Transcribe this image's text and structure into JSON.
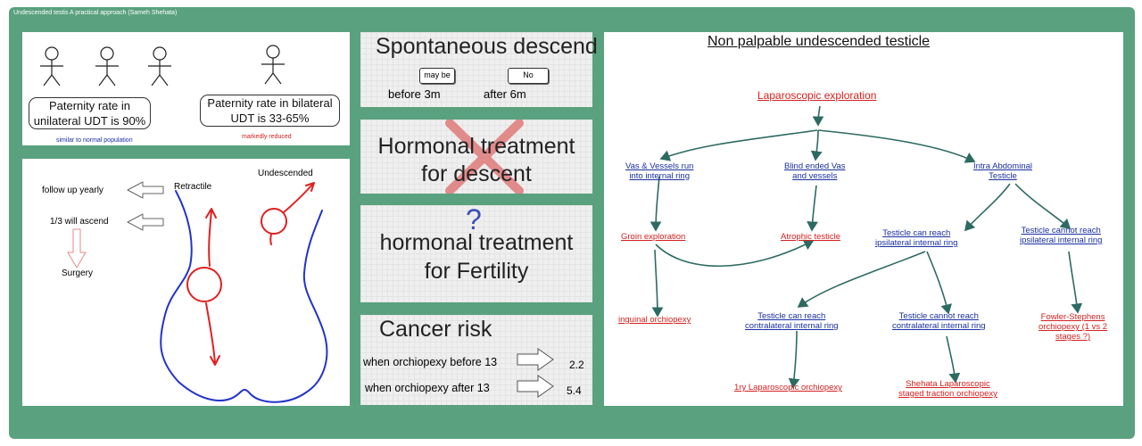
{
  "board": {
    "title": "Undescended testis A practical approach (Sameh Shehata)"
  },
  "paternity": {
    "unilateral_line1": "Paternity rate  in",
    "unilateral_line2": "unilateral UDT is 90%",
    "unilateral_note": "similar to normal population",
    "bilateral_line1": "Paternity rate  in bilateral",
    "bilateral_line2": "UDT is 33-65%",
    "bilateral_note": "markedly reduced"
  },
  "sketch": {
    "retractile": "Retractile",
    "undescended": "Undescended",
    "follow_up": "follow up yearly",
    "will_ascend": "1/3 will ascend",
    "surgery": "Surgery"
  },
  "spontaneous": {
    "title": "Spontaneous descend",
    "may_be": "may be",
    "no": "No",
    "before": "before 3m",
    "after": "after 6m"
  },
  "hormonal_descent": {
    "line1": "Hormonal treatment",
    "line2": "for descent"
  },
  "hormonal_fertility": {
    "question": "?",
    "line1": "hormonal treatment",
    "line2": "for Fertility"
  },
  "cancer": {
    "title": "Cancer risk",
    "before_label": "when orchiopexy before 13",
    "before_value": "2.2",
    "after_label": "when orchiopexy after 13",
    "after_value": "5.4"
  },
  "flowchart": {
    "title": "Non palpable undescended testicle",
    "lap_exploration": "Laparoscopic exploration",
    "vas_line1": "Vas & Vessels run",
    "vas_line2": "into internal ring",
    "blind_line1": "Blind ended Vas",
    "blind_line2": "and vessels",
    "intra_line1": "Intra Abdominal",
    "intra_line2": "Testicle",
    "groin": "Groin exploration",
    "atrophic": "Atrophic testicle",
    "reach_ipsi_line1": "Testicle can reach",
    "reach_ipsi_line2": "ipsilateral internal ring",
    "cannot_ipsi_line1": "Testicle cannot reach",
    "cannot_ipsi_line2": "ipsilateral internal ring",
    "inguinal": "inguinal orchiopexy",
    "reach_contra_line1": "Testicle can reach",
    "reach_contra_line2": "contralateral internal ring",
    "cannot_contra_line1": "Testicle cannot reach",
    "cannot_contra_line2": "contralateral internal ring",
    "fowler_line1": "Fowler-Stephens",
    "fowler_line2": "orchiopexy (1 vs 2",
    "fowler_line3": "stages ?)",
    "primary_lap": "1ry Laparoscopic orchiopexy",
    "shehata_line1": "Shehata Laparoscopic",
    "shehata_line2": "staged traction orchiopexy"
  },
  "colors": {
    "board": "#5aa17f",
    "node_blue": "#1a2fa0",
    "node_red": "#d42020",
    "sketch_red": "#e02020",
    "sketch_blue": "#2233cc",
    "cross": "#e07a7a"
  }
}
